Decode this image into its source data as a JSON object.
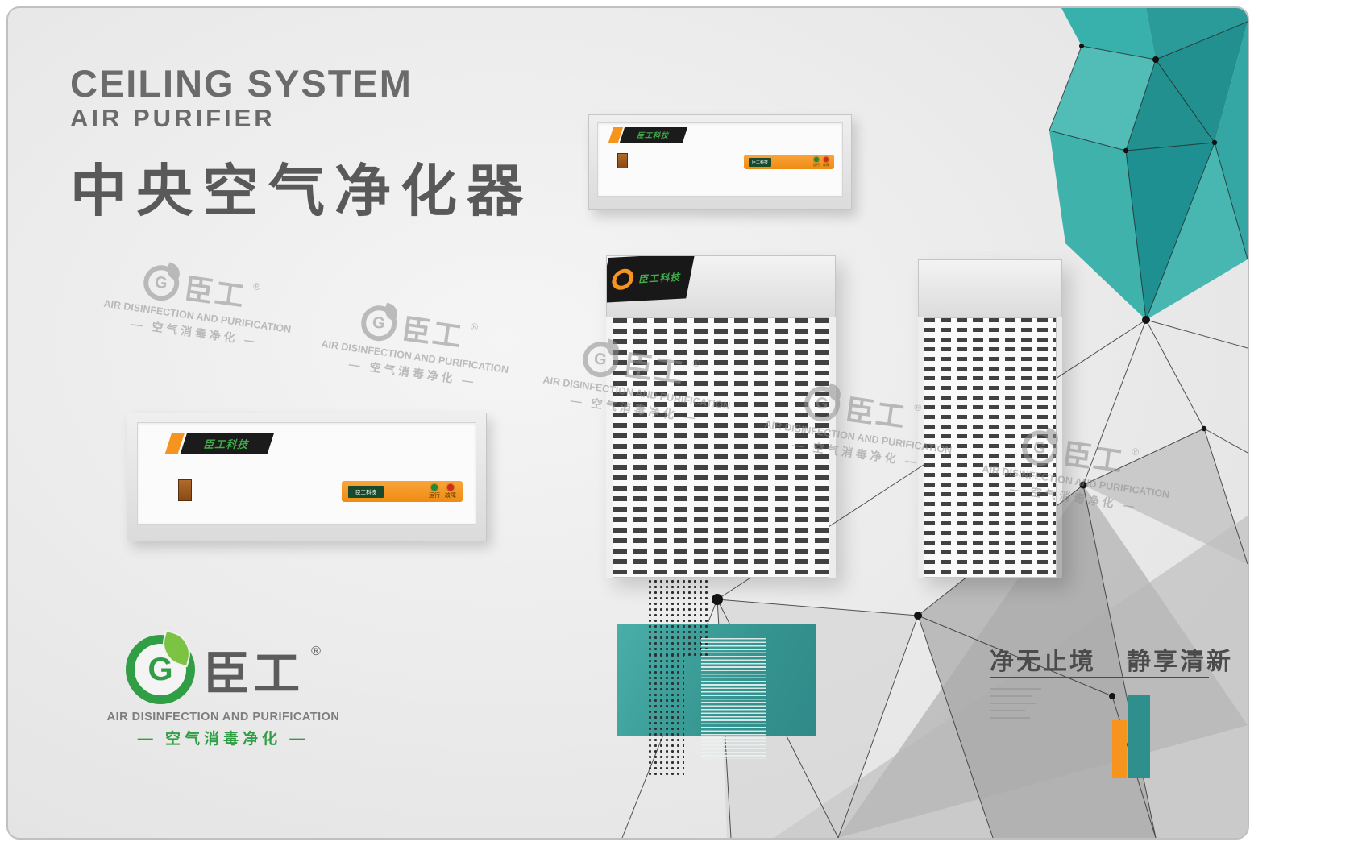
{
  "title": {
    "en1": "CEILING SYSTEM",
    "en2": "AIR PURIFIER",
    "cn": "中央空气净化器"
  },
  "brand": {
    "logo_letter": "G",
    "name": "臣工",
    "reg": "®",
    "company": "臣工科技",
    "tagline_en": "AIR DISINFECTION AND PURIFICATION",
    "tagline_cn": "— 空气消毒净化 —"
  },
  "panel": {
    "badge": "臣工科技",
    "mini_badge": "臣工科技",
    "run_label": "运行",
    "fault_label": "故障"
  },
  "slogan": {
    "left": "净无止境",
    "right": "静享清新"
  },
  "colors": {
    "teal": "#35a8a4",
    "orange": "#f7941d",
    "green": "#2f9e44",
    "gray_text": "#6a6a6a",
    "background": "#ececec"
  }
}
